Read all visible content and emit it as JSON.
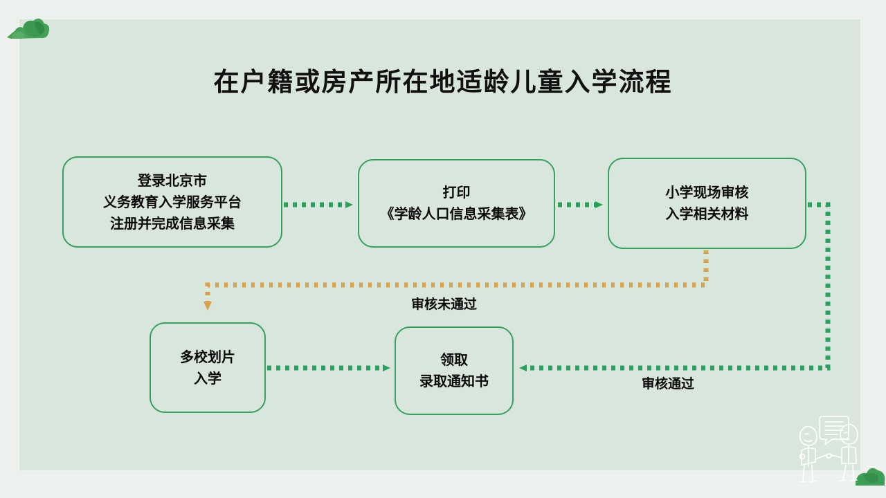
{
  "slide": {
    "title": "在户籍或房产所在地适龄儿童入学流程",
    "background_outer": "#eef2ef",
    "background_panel": "#d9e6dc"
  },
  "colors": {
    "box_border": "#35a05f",
    "flow_green": "#2eaa64",
    "flow_orange": "#d9a24a",
    "text": "#0a0a0a",
    "decor_green": "#3f9e55"
  },
  "nodes": [
    {
      "id": "register",
      "name": "登录注册节点",
      "lines": [
        "登录北京市",
        "义务教育入学服务平台",
        "注册并完成信息采集"
      ]
    },
    {
      "id": "print",
      "name": "打印采集表节点",
      "lines": [
        "打印",
        "《学龄人口信息采集表》"
      ]
    },
    {
      "id": "review",
      "name": "小学现场审核节点",
      "lines": [
        "小学现场审核",
        "入学相关材料"
      ]
    },
    {
      "id": "multi",
      "name": "多校划片节点",
      "lines": [
        "多校划片",
        "入学"
      ]
    },
    {
      "id": "notice",
      "name": "领取录取通知书节点",
      "lines": [
        "领取",
        "录取通知书"
      ]
    }
  ],
  "edges": [
    {
      "id": "e1",
      "from": "register",
      "to": "print",
      "label": "",
      "style": "dotted-green"
    },
    {
      "id": "e2",
      "from": "print",
      "to": "review",
      "label": "",
      "style": "dotted-green"
    },
    {
      "id": "e3",
      "from": "review",
      "to": "multi",
      "label": "审核未通过",
      "style": "dotted-orange"
    },
    {
      "id": "e4",
      "from": "multi",
      "to": "notice",
      "label": "",
      "style": "dotted-green"
    },
    {
      "id": "e5",
      "from": "review",
      "to": "notice",
      "label": "审核通过",
      "style": "dotted-green"
    }
  ],
  "labels": {
    "fail": "审核未通过",
    "pass": "审核通过"
  },
  "decorations": {
    "bush_top_left": "bush-icon",
    "bush_bottom_right": "bush-icon",
    "handshake_figures": "two-people-handshake-icon",
    "speech_bubble": "speech-bubble-icon"
  }
}
